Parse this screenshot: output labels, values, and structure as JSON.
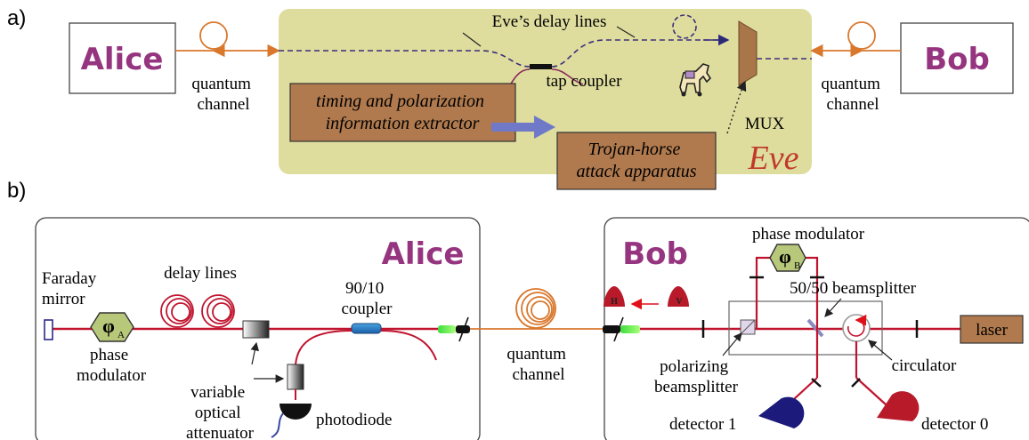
{
  "panel_a": {
    "label": "a)",
    "alice": "Alice",
    "bob": "Bob",
    "quantum_channel_left": [
      "quantum",
      "channel"
    ],
    "quantum_channel_right": [
      "quantum",
      "channel"
    ],
    "eves_delay_lines": "Eve’s delay lines",
    "tap_coupler": "tap coupler",
    "mux": "MUX",
    "extractor": [
      "timing and polarization",
      "information extractor"
    ],
    "trojan": [
      "Trojan-horse",
      "attack apparatus"
    ],
    "eve": "Eve"
  },
  "panel_b": {
    "label": "b)",
    "alice": "Alice",
    "bob": "Bob",
    "faraday_mirror": [
      "Faraday",
      "mirror"
    ],
    "phase_modulator_a": [
      "phase",
      "modulator"
    ],
    "phi_a": "φ",
    "phi_a_sub": "A",
    "delay_lines": "delay lines",
    "coupler": [
      "90/10",
      "coupler"
    ],
    "voa": [
      "variable",
      "optical",
      "attenuator"
    ],
    "photodiode": "photodiode",
    "quantum_channel": [
      "quantum",
      "channel"
    ],
    "h_label": "H",
    "v_label": "V",
    "phase_modulator_b": "phase modulator",
    "phi_b": "φ",
    "phi_b_sub": "B",
    "beamsplitter_5050": "50/50 beamsplitter",
    "pbs": [
      "polarizing",
      "beamsplitter"
    ],
    "circulator": "circulator",
    "laser": "laser",
    "detector1": "detector 1",
    "detector0": "detector 0"
  },
  "colors": {
    "eve_box": "#dedd9e",
    "eve_text": "#c0392b",
    "name_purple": "#96357f",
    "fiber_red": "#c0142e",
    "fiber_orange": "#d9782d",
    "delay_dash": "#3b2f7a",
    "brown_box": "#b07a4e",
    "arrow_blue": "#7079c7",
    "pm_green": "#b7c87a",
    "detector_blue": "#1c1a7a",
    "detector_red": "#b81a2a"
  }
}
